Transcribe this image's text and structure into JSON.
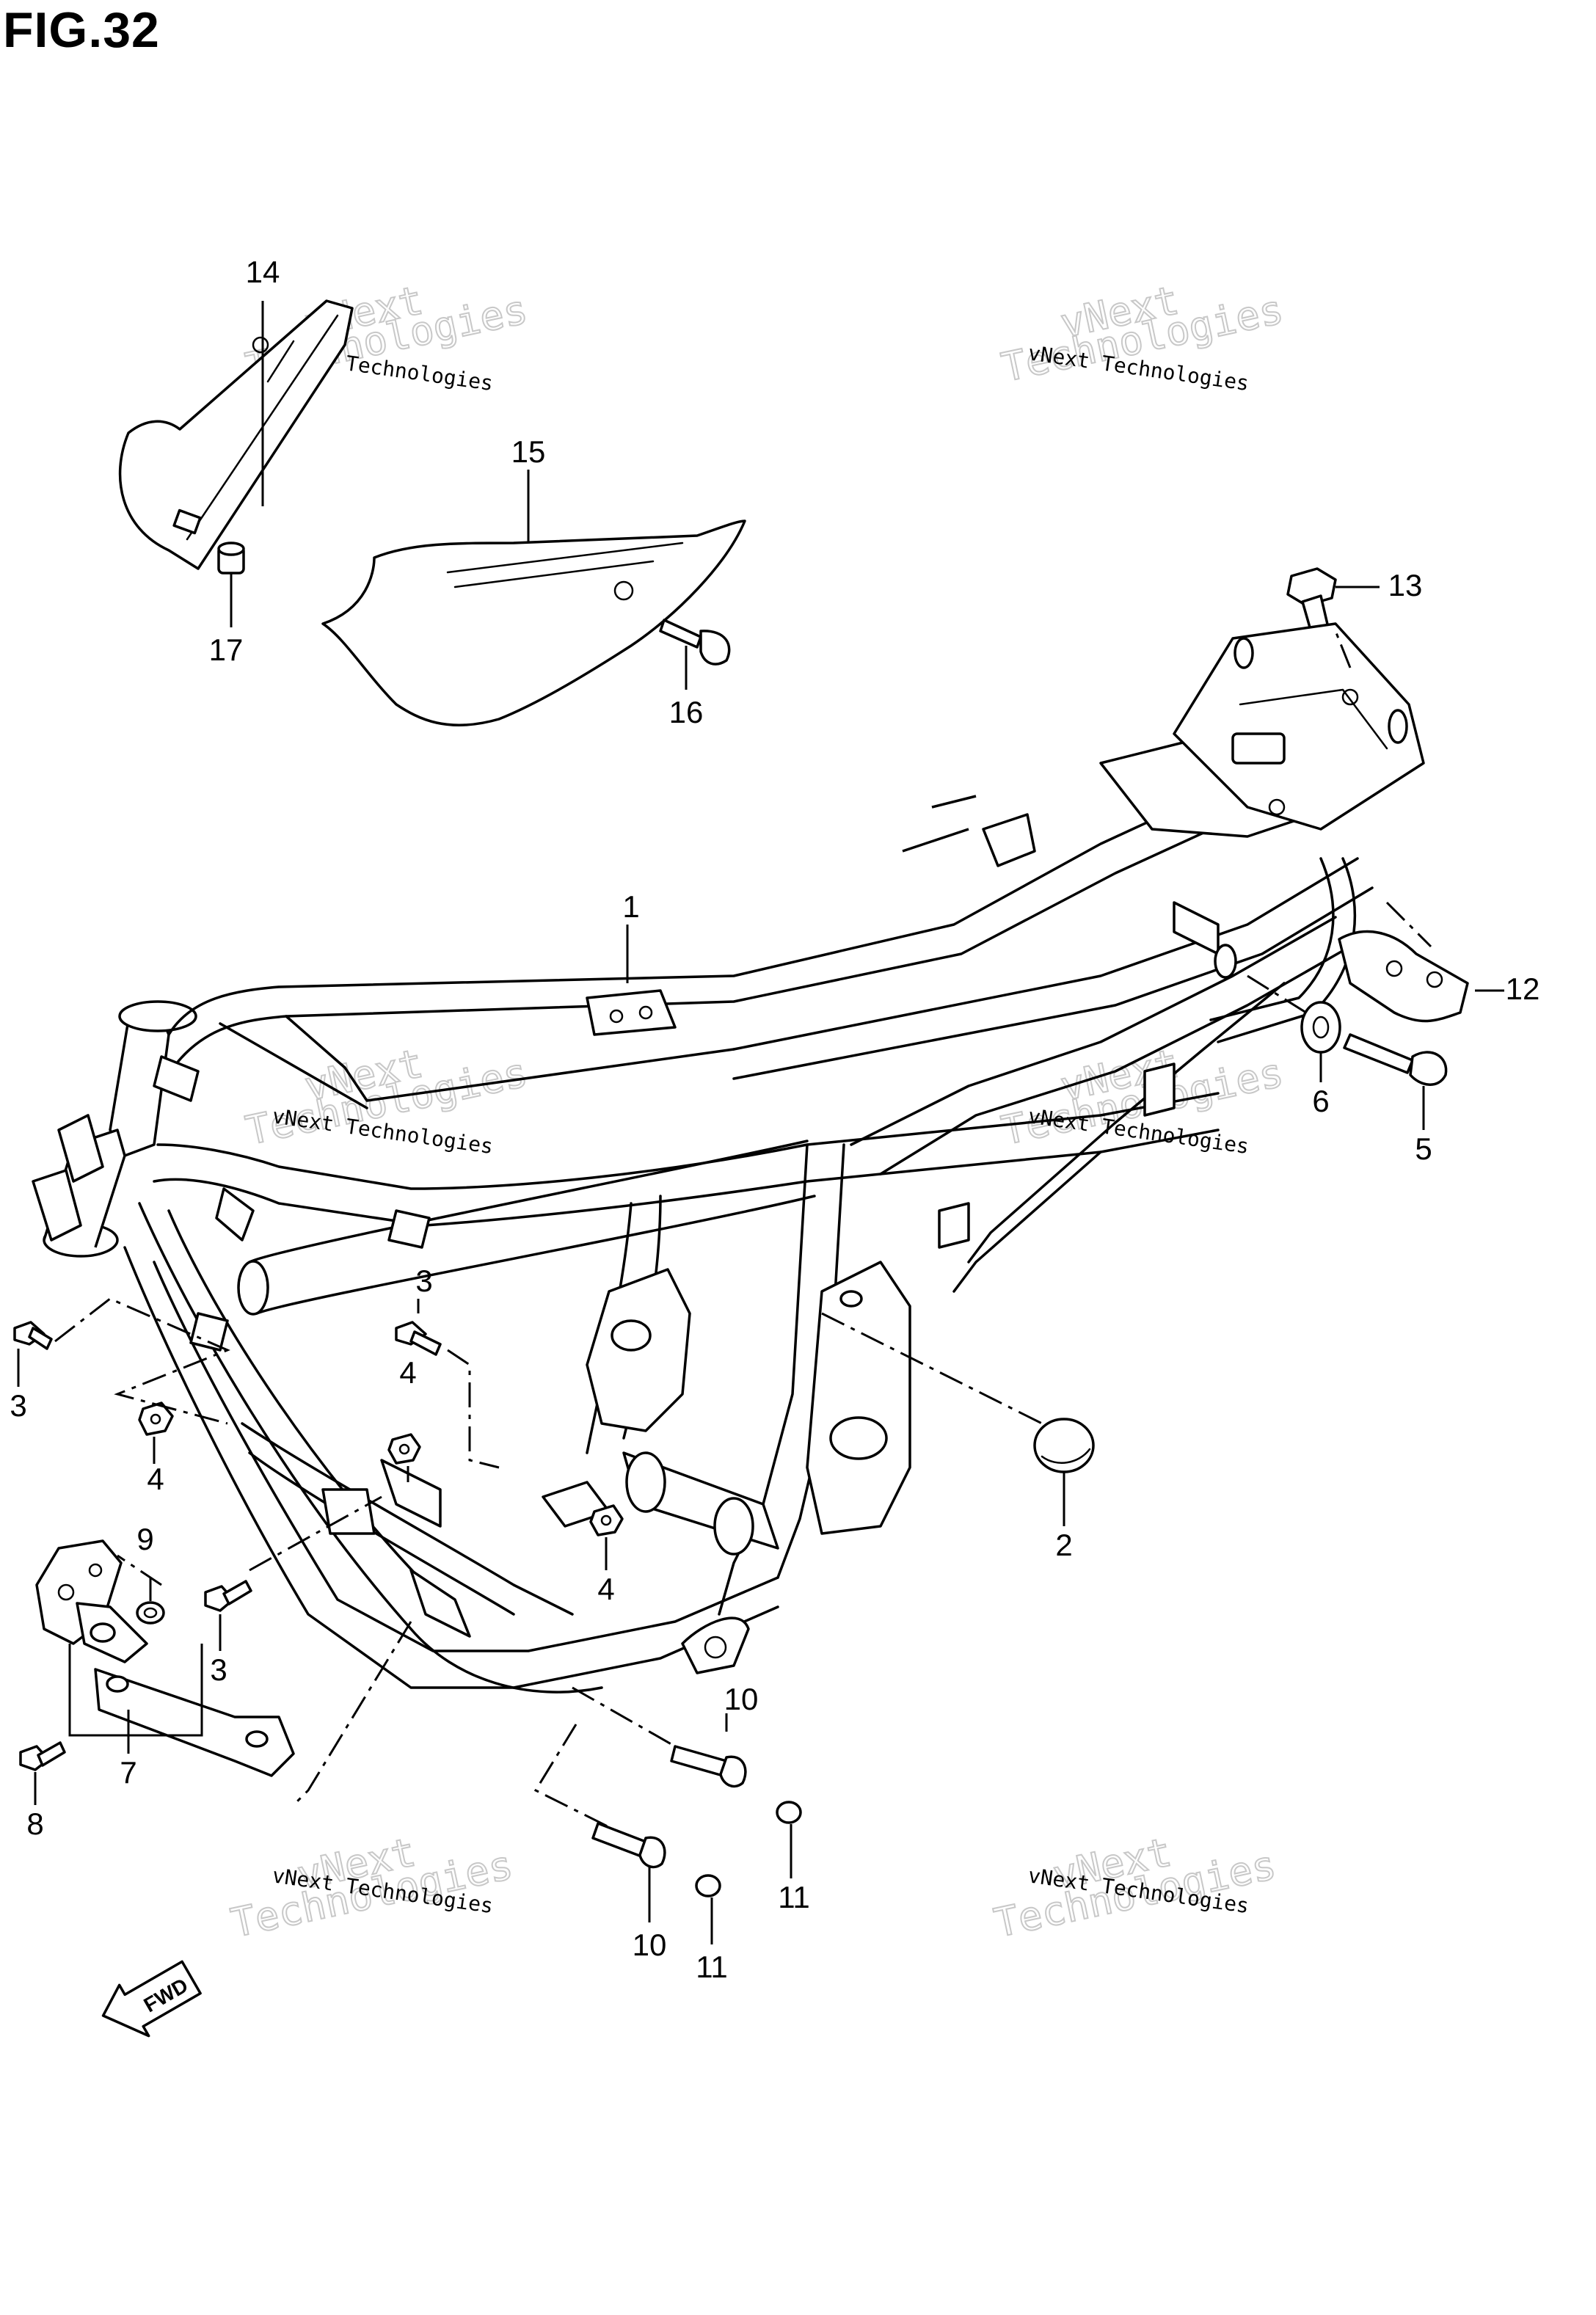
{
  "figure": {
    "title": "FIG.32",
    "forward_marker": "FWD"
  },
  "watermarks": [
    {
      "line1": "vNext Technologies",
      "line2": "vNext",
      "line3": "Technologies"
    },
    {
      "line1": "vNext Technologies",
      "line2": "vNext",
      "line3": "Technologies"
    },
    {
      "line1": "vNext Technologies",
      "line2": "vNext",
      "line3": "Technologies"
    },
    {
      "line1": "vNext Technologies",
      "line2": "vNext",
      "line3": "Technologies"
    },
    {
      "line1": "vNext Technologies",
      "line2": "vNext",
      "line3": "Technologies"
    },
    {
      "line1": "vNext Technologies",
      "line2": "vNext",
      "line3": "Technologies"
    }
  ],
  "callouts": [
    {
      "label": "1"
    },
    {
      "label": "2"
    },
    {
      "label": "3"
    },
    {
      "label": "3"
    },
    {
      "label": "3"
    },
    {
      "label": "4"
    },
    {
      "label": "4"
    },
    {
      "label": "4"
    },
    {
      "label": "5"
    },
    {
      "label": "6"
    },
    {
      "label": "7"
    },
    {
      "label": "8"
    },
    {
      "label": "9"
    },
    {
      "label": "10"
    },
    {
      "label": "10"
    },
    {
      "label": "11"
    },
    {
      "label": "11"
    },
    {
      "label": "12"
    },
    {
      "label": "13"
    },
    {
      "label": "14"
    },
    {
      "label": "15"
    },
    {
      "label": "16"
    },
    {
      "label": "17"
    }
  ]
}
